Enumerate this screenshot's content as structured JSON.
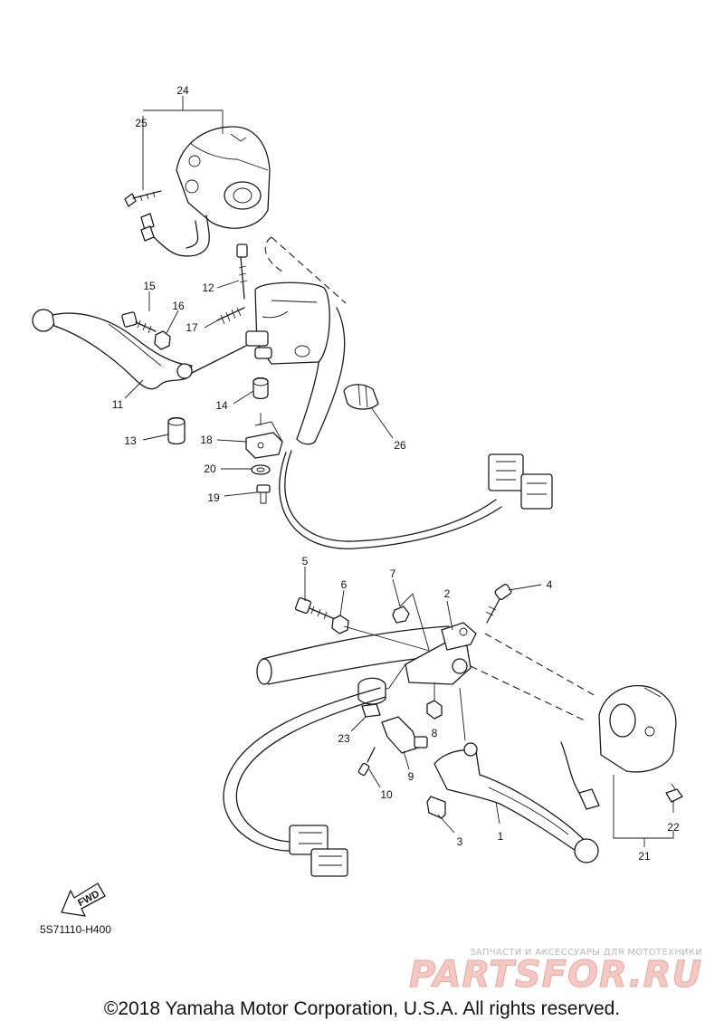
{
  "diagram": {
    "callouts": [
      "1",
      "2",
      "3",
      "4",
      "5",
      "6",
      "7",
      "8",
      "9",
      "10",
      "11",
      "12",
      "13",
      "14",
      "15",
      "16",
      "17",
      "18",
      "19",
      "20",
      "21",
      "22",
      "23",
      "24",
      "25",
      "26"
    ],
    "fwd_label": "FWD",
    "drawing_code": "5S71110-H400"
  },
  "watermark": {
    "tagline": "ЗАПЧАСТИ И АКСЕССУАРЫ ДЛЯ МОТОТЕХНИКИ",
    "logo_text": "PARTSFOR.RU"
  },
  "footer": {
    "copyright": "©2018 Yamaha Motor Corporation, U.S.A. All rights reserved."
  }
}
